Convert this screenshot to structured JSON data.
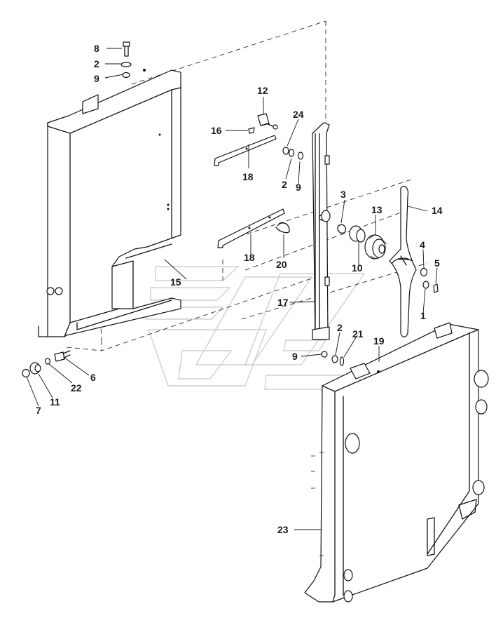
{
  "callouts": {
    "c8_top": "8",
    "c2_top": "2",
    "c9_top": "9",
    "c12": "12",
    "c16": "16",
    "c24": "24",
    "c18_a": "18",
    "c2_mid": "2",
    "c9_mid": "9",
    "c3": "3",
    "c13": "13",
    "c14": "14",
    "c18_b": "18",
    "c20": "20",
    "c10": "10",
    "c4": "4",
    "c5": "5",
    "c1": "1",
    "c15": "15",
    "c17": "17",
    "c2_low": "2",
    "c21": "21",
    "c19": "19",
    "c9_low": "9",
    "c6": "6",
    "c22": "22",
    "c11": "11",
    "c7": "7",
    "c23": "23"
  },
  "icons": [
    "diagram-watermark-icon"
  ]
}
